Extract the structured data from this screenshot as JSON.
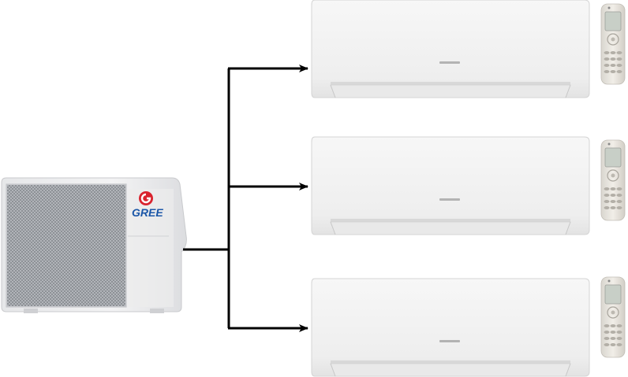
{
  "outdoor_unit": {
    "brand": "GREE",
    "logo_icon": "gree-logo-icon"
  },
  "indoor_units": [
    {
      "name": "indoor-unit-1",
      "remote": "remote-control-icon"
    },
    {
      "name": "indoor-unit-2",
      "remote": "remote-control-icon"
    },
    {
      "name": "indoor-unit-3",
      "remote": "remote-control-icon"
    }
  ],
  "colors": {
    "line": "#000000",
    "unit_body": "#f2f2f2",
    "grille": "#8c8f94",
    "brand_red": "#d9232e",
    "brand_blue": "#1b57a8"
  }
}
